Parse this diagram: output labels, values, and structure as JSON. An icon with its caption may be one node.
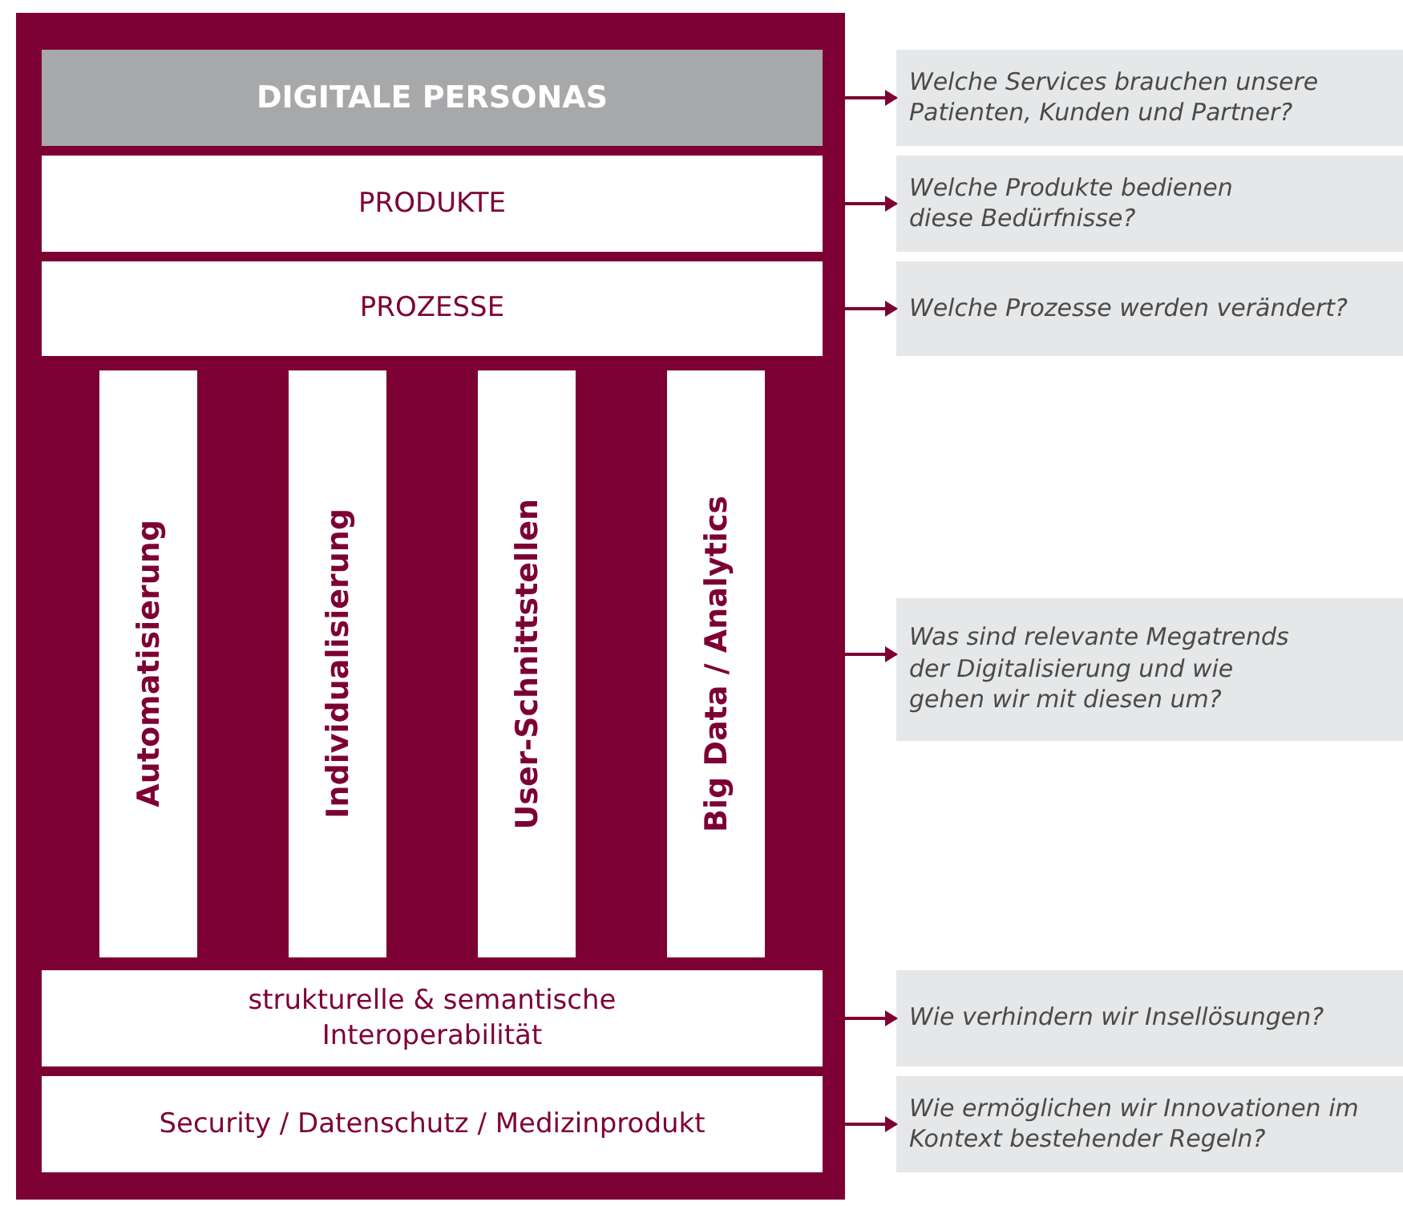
{
  "diagram": {
    "nodes": [
      {
        "text": [],
        "shape": "box"
      },
      {
        "text": [
          "DIGITALE PERSONAS"
        ],
        "in": 0
      },
      {
        "text": [
          "PRODUKTE"
        ],
        "in": 0
      },
      {
        "text": [
          "PROZESSE"
        ],
        "in": 0
      },
      {
        "text": [
          "Automatisierung"
        ],
        "in": 0
      },
      {
        "text": [
          "Individualisierung"
        ],
        "in": 0
      },
      {
        "text": [
          "User-Schnittstellen"
        ],
        "in": 0
      },
      {
        "text": [
          "Big Data / Analytics"
        ],
        "in": 0
      },
      {
        "text": [
          "strukturelle & semantische Interoperabilität"
        ],
        "in": 0
      },
      {
        "text": [
          "Security / Datenschutz / Medizinprodukt"
        ],
        "in": 0
      },
      {
        "text": [
          "Welche Services brauchen unsere Patienten, Kunden und Partner?"
        ]
      },
      {
        "text": [
          "Welche Produkte bedienen diese Bedürfnisse?"
        ]
      },
      {
        "text": [
          "Welche Prozesse werden verändert?"
        ]
      },
      {
        "text": [
          "Was sind relevante Megatrends der Digitalisierung und wie gehen wir mit diesen um?"
        ]
      },
      {
        "text": [
          "Wie verhindern wir Insellösungen?"
        ]
      },
      {
        "text": [
          "Wie ermöglichen wir Innovationen im Kontext bestehender Regeln?"
        ]
      }
    ],
    "edges": [
      {
        "from": 1,
        "to": 10,
        "arrow": "to"
      },
      {
        "from": 2,
        "to": 11,
        "arrow": "to"
      },
      {
        "from": 3,
        "to": 12,
        "arrow": "to"
      },
      {
        "from": 0,
        "to": 13,
        "arrow": "to"
      },
      {
        "from": 8,
        "to": 14,
        "arrow": "to"
      },
      {
        "from": 9,
        "to": 15,
        "arrow": "to"
      }
    ]
  }
}
